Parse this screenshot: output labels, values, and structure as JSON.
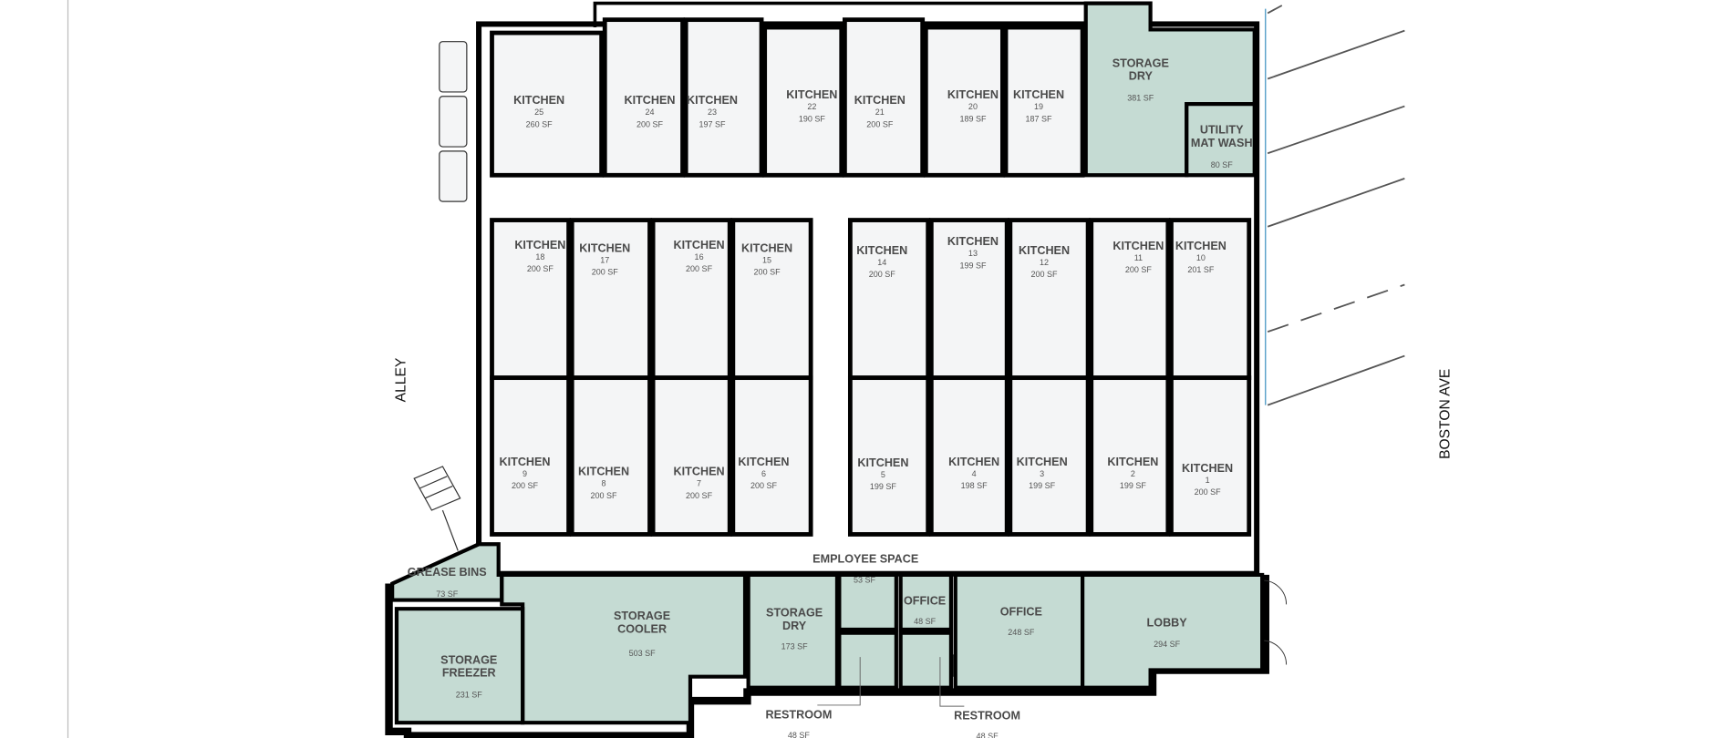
{
  "streets": {
    "alley": "ALLEY",
    "boston_ave": "BOSTON AVE"
  },
  "colors": {
    "kitchen_fill": "#f4f5f6",
    "support_fill": "#c5dbd3",
    "wall": "#000000",
    "text": "#4a4a4a"
  },
  "kitchens": {
    "k25": {
      "label": "KITCHEN",
      "number": "25",
      "area": "260 SF"
    },
    "k24": {
      "label": "KITCHEN",
      "number": "24",
      "area": "200 SF"
    },
    "k23": {
      "label": "KITCHEN",
      "number": "23",
      "area": "197 SF"
    },
    "k22": {
      "label": "KITCHEN",
      "number": "22",
      "area": "190 SF"
    },
    "k21": {
      "label": "KITCHEN",
      "number": "21",
      "area": "200 SF"
    },
    "k20": {
      "label": "KITCHEN",
      "number": "20",
      "area": "189 SF"
    },
    "k19": {
      "label": "KITCHEN",
      "number": "19",
      "area": "187 SF"
    },
    "k18": {
      "label": "KITCHEN",
      "number": "18",
      "area": "200 SF"
    },
    "k17": {
      "label": "KITCHEN",
      "number": "17",
      "area": "200 SF"
    },
    "k16": {
      "label": "KITCHEN",
      "number": "16",
      "area": "200 SF"
    },
    "k15": {
      "label": "KITCHEN",
      "number": "15",
      "area": "200 SF"
    },
    "k14": {
      "label": "KITCHEN",
      "number": "14",
      "area": "200 SF"
    },
    "k13": {
      "label": "KITCHEN",
      "number": "13",
      "area": "199 SF"
    },
    "k12": {
      "label": "KITCHEN",
      "number": "12",
      "area": "200 SF"
    },
    "k11": {
      "label": "KITCHEN",
      "number": "11",
      "area": "200 SF"
    },
    "k10": {
      "label": "KITCHEN",
      "number": "10",
      "area": "201 SF"
    },
    "k9": {
      "label": "KITCHEN",
      "number": "9",
      "area": "200 SF"
    },
    "k8": {
      "label": "KITCHEN",
      "number": "8",
      "area": "200 SF"
    },
    "k7": {
      "label": "KITCHEN",
      "number": "7",
      "area": "200 SF"
    },
    "k6": {
      "label": "KITCHEN",
      "number": "6",
      "area": "200 SF"
    },
    "k5": {
      "label": "KITCHEN",
      "number": "5",
      "area": "199 SF"
    },
    "k4": {
      "label": "KITCHEN",
      "number": "4",
      "area": "198 SF"
    },
    "k3": {
      "label": "KITCHEN",
      "number": "3",
      "area": "199 SF"
    },
    "k2": {
      "label": "KITCHEN",
      "number": "2",
      "area": "199 SF"
    },
    "k1": {
      "label": "KITCHEN",
      "number": "1",
      "area": "200 SF"
    }
  },
  "rooms": {
    "storage_dry_top": {
      "lines": [
        "STORAGE",
        "DRY"
      ],
      "area": "381 SF"
    },
    "utility_mat_wash": {
      "lines": [
        "UTILITY",
        "MAT WASH"
      ],
      "area": "80 SF"
    },
    "grease_bins": {
      "lines": [
        "GREASE BINS"
      ],
      "area": "73 SF"
    },
    "storage_cooler": {
      "lines": [
        "STORAGE",
        "COOLER"
      ],
      "area": "503 SF"
    },
    "storage_freezer": {
      "lines": [
        "STORAGE",
        "FREEZER"
      ],
      "area": "231 SF"
    },
    "storage_dry_bottom": {
      "lines": [
        "STORAGE",
        "DRY"
      ],
      "area": "173 SF"
    },
    "closet_53": {
      "lines": [],
      "area": "53 SF"
    },
    "office_small": {
      "lines": [
        "OFFICE"
      ],
      "area": "48 SF"
    },
    "office": {
      "lines": [
        "OFFICE"
      ],
      "area": "248 SF"
    },
    "lobby": {
      "lines": [
        "LOBBY"
      ],
      "area": "294 SF"
    },
    "restroom_1": {
      "lines": [
        "RESTROOM"
      ],
      "area": "48 SF"
    },
    "restroom_2": {
      "lines": [
        "RESTROOM"
      ],
      "area": "48 SF"
    },
    "employee_space": {
      "lines": [
        "EMPLOYEE SPACE"
      ],
      "area": ""
    }
  }
}
